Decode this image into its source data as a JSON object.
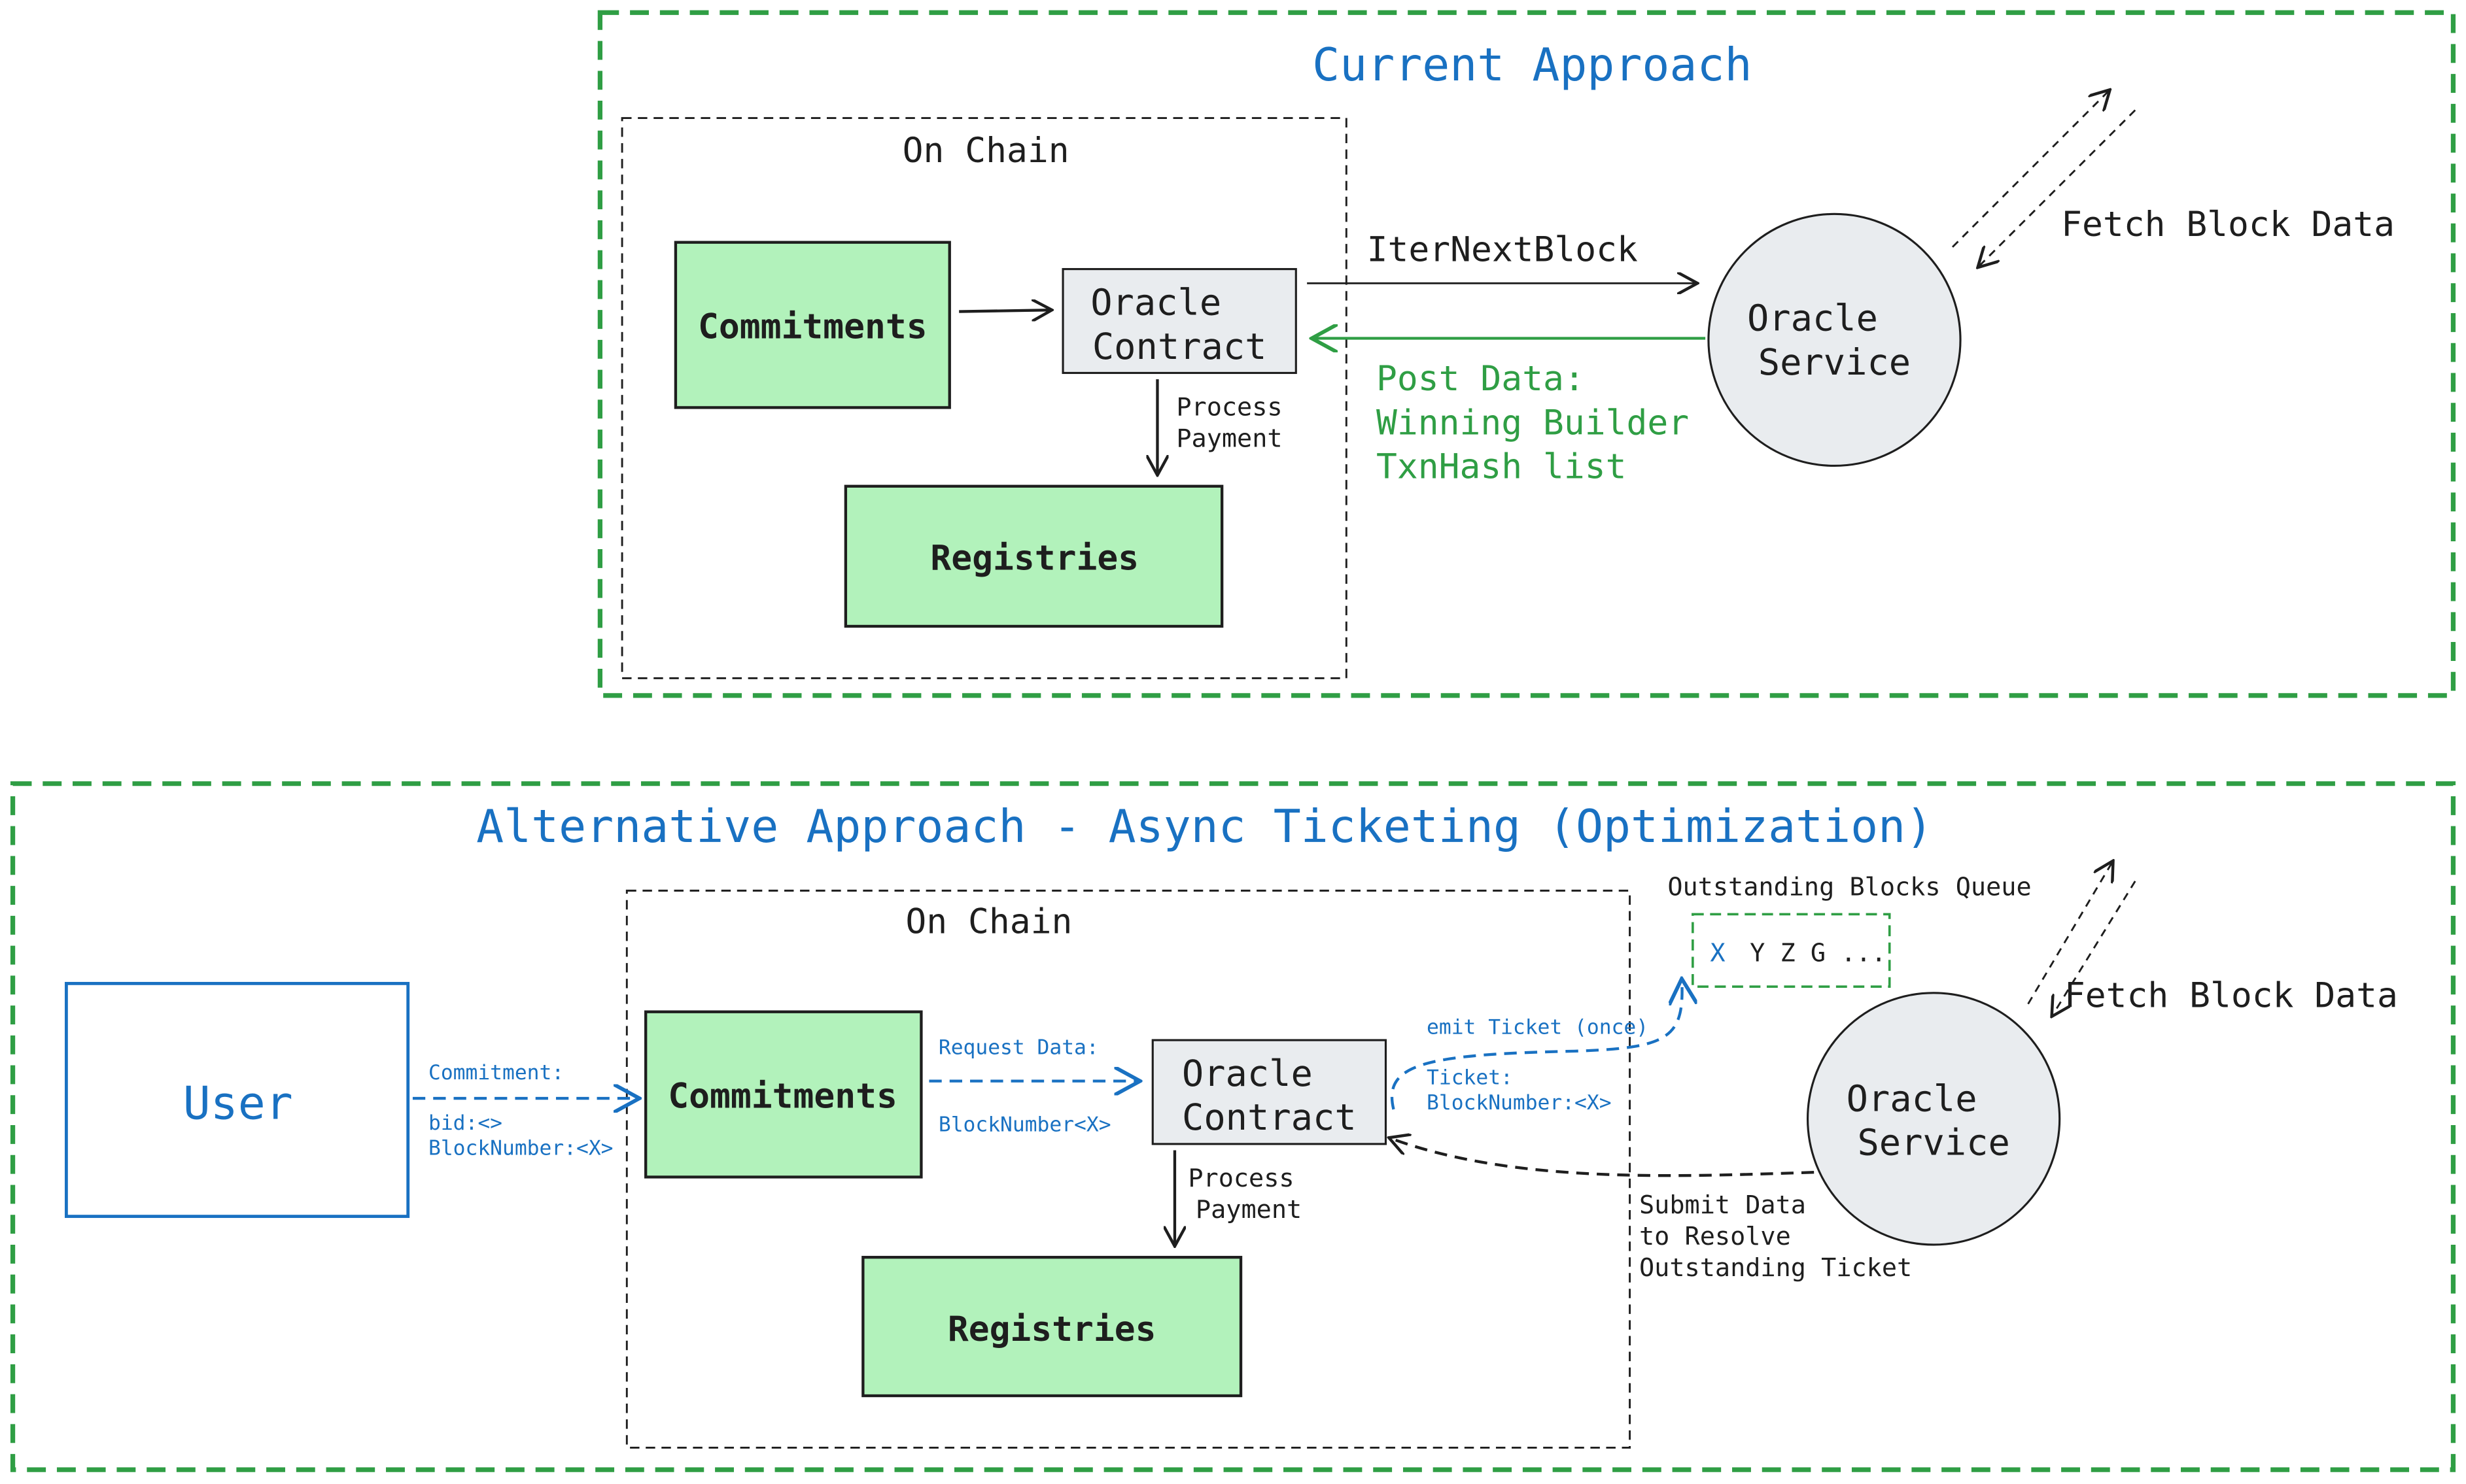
{
  "colors": {
    "green_frame": "#2f9e44",
    "green_fill": "#b2f2bb",
    "grey_fill": "#e9ecef",
    "blue": "#1971c2",
    "ink": "#1e1e1e"
  },
  "current": {
    "title": "Current Approach",
    "on_chain": "On Chain",
    "commitments": "Commitments",
    "oracle_contract": [
      "Oracle",
      "Contract"
    ],
    "process_payment": [
      "Process",
      "Payment"
    ],
    "registries": "Registries",
    "iter_next_block": "IterNextBlock",
    "post_data": [
      "Post Data:",
      "Winning Builder",
      "TxnHash list"
    ],
    "oracle_service": [
      "Oracle",
      "Service"
    ],
    "fetch_block_data": "Fetch Block Data"
  },
  "alternative": {
    "title": "Alternative Approach - Async Ticketing (Optimization)",
    "on_chain": "On Chain",
    "user": "User",
    "commitment_label": [
      "Commitment:",
      "bid:<>",
      "BlockNumber:<X>"
    ],
    "commitments": "Commitments",
    "request_data": [
      "Request Data:",
      "BlockNumber<X>"
    ],
    "oracle_contract": [
      "Oracle",
      "Contract"
    ],
    "process_payment": [
      "Process",
      "Payment"
    ],
    "registries": "Registries",
    "emit_ticket": "emit Ticket (once)",
    "ticket": [
      "Ticket:",
      "BlockNumber:<X>"
    ],
    "queue_title": "Outstanding Blocks Queue",
    "queue_first": "X",
    "queue_rest": "Y Z G ...",
    "oracle_service": [
      "Oracle",
      "Service"
    ],
    "fetch_block_data": "Fetch Block Data",
    "submit_data": [
      "Submit Data",
      "to Resolve",
      "Outstanding Ticket"
    ]
  }
}
